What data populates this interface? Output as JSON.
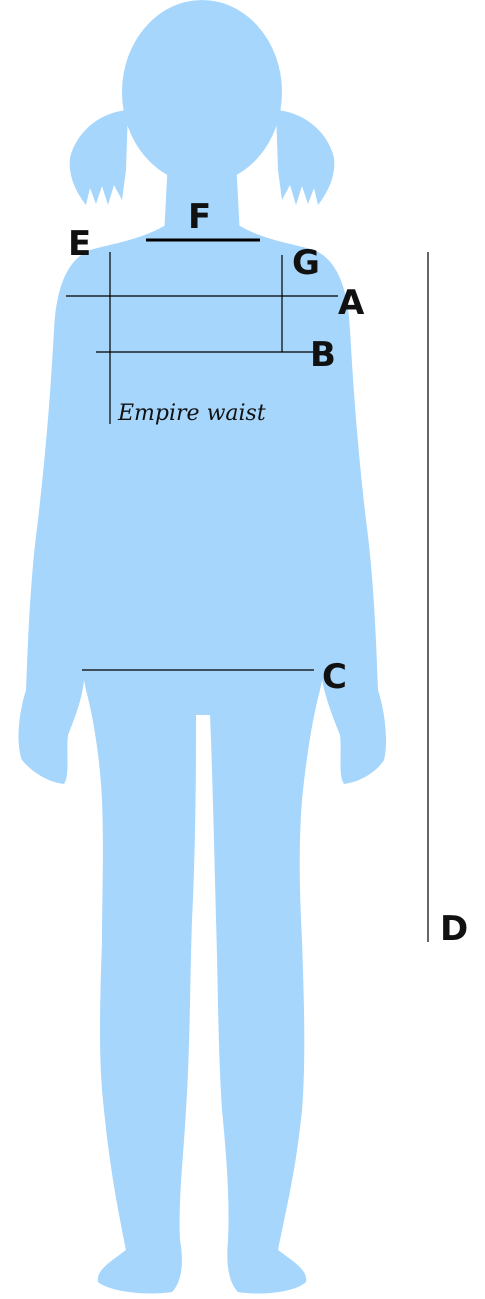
{
  "diagram": {
    "colors": {
      "silhouette": "#a6d6fc",
      "line": "#000000",
      "background": "#ffffff"
    },
    "labels": {
      "A": "A",
      "B": "B",
      "C": "C",
      "D": "D",
      "E": "E",
      "F": "F",
      "G": "G",
      "empire_waist": "Empire waist"
    }
  }
}
